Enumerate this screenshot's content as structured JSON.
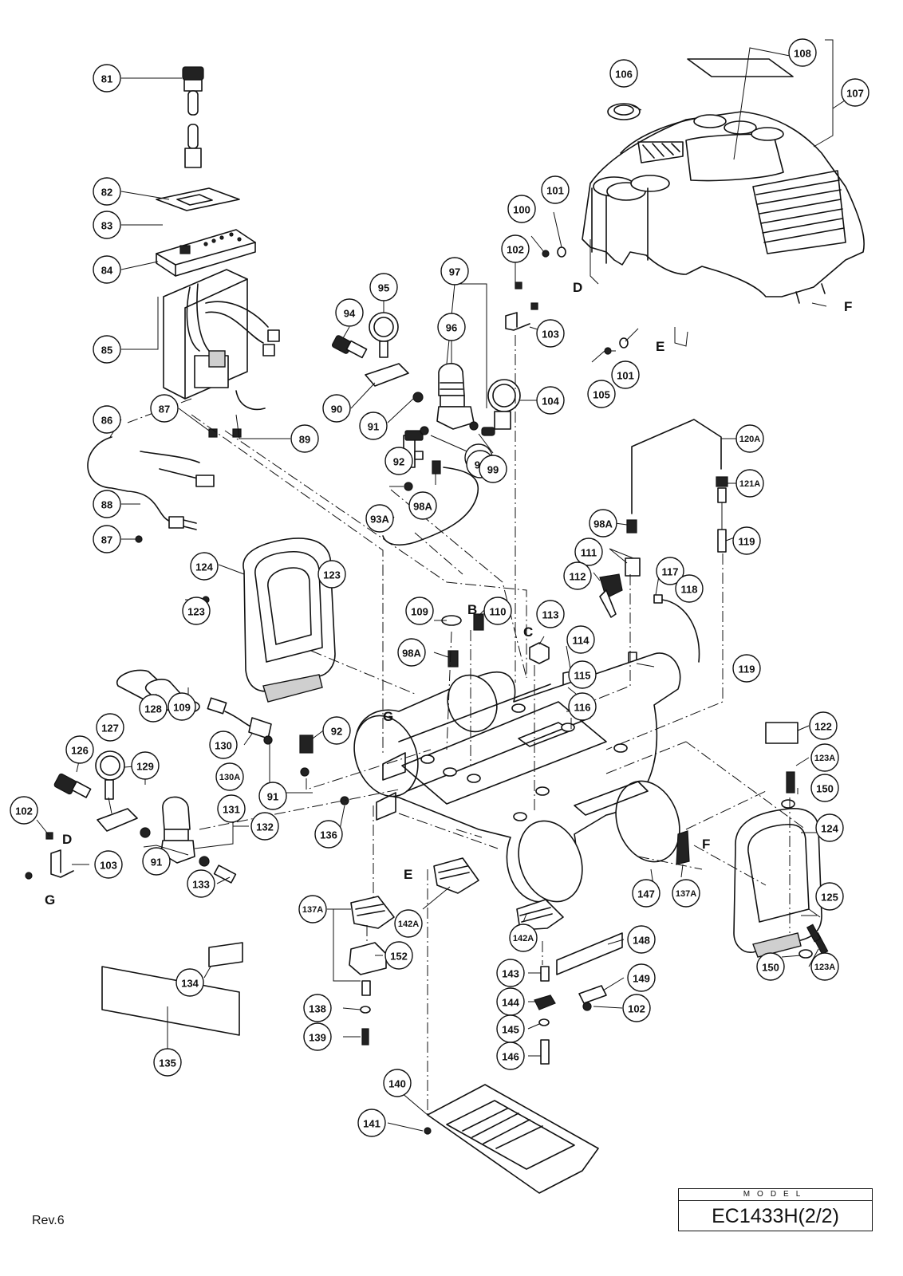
{
  "callouts": [
    {
      "label": "81"
    },
    {
      "label": "82"
    },
    {
      "label": "83"
    },
    {
      "label": "84"
    },
    {
      "label": "85"
    },
    {
      "label": "86"
    },
    {
      "label": "87"
    },
    {
      "label": "87"
    },
    {
      "label": "88"
    },
    {
      "label": "89"
    },
    {
      "label": "90"
    },
    {
      "label": "91"
    },
    {
      "label": "91"
    },
    {
      "label": "91"
    },
    {
      "label": "91"
    },
    {
      "label": "91"
    },
    {
      "label": "92"
    },
    {
      "label": "92"
    },
    {
      "label": "93A"
    },
    {
      "label": "94"
    },
    {
      "label": "95"
    },
    {
      "label": "96"
    },
    {
      "label": "97"
    },
    {
      "label": "98A"
    },
    {
      "label": "98A"
    },
    {
      "label": "98A"
    },
    {
      "label": "99"
    },
    {
      "label": "100"
    },
    {
      "label": "101"
    },
    {
      "label": "101"
    },
    {
      "label": "102"
    },
    {
      "label": "102"
    },
    {
      "label": "102"
    },
    {
      "label": "103"
    },
    {
      "label": "103"
    },
    {
      "label": "104"
    },
    {
      "label": "105"
    },
    {
      "label": "106"
    },
    {
      "label": "107"
    },
    {
      "label": "108"
    },
    {
      "label": "109"
    },
    {
      "label": "109"
    },
    {
      "label": "110"
    },
    {
      "label": "111"
    },
    {
      "label": "112"
    },
    {
      "label": "113"
    },
    {
      "label": "114"
    },
    {
      "label": "115"
    },
    {
      "label": "116"
    },
    {
      "label": "117"
    },
    {
      "label": "118"
    },
    {
      "label": "119"
    },
    {
      "label": "119"
    },
    {
      "label": "120A"
    },
    {
      "label": "121A"
    },
    {
      "label": "122"
    },
    {
      "label": "123"
    },
    {
      "label": "123"
    },
    {
      "label": "123A"
    },
    {
      "label": "123A"
    },
    {
      "label": "124"
    },
    {
      "label": "124"
    },
    {
      "label": "125"
    },
    {
      "label": "126"
    },
    {
      "label": "127"
    },
    {
      "label": "128"
    },
    {
      "label": "129"
    },
    {
      "label": "130"
    },
    {
      "label": "130A"
    },
    {
      "label": "131"
    },
    {
      "label": "132"
    },
    {
      "label": "133"
    },
    {
      "label": "134"
    },
    {
      "label": "135"
    },
    {
      "label": "136"
    },
    {
      "label": "137A"
    },
    {
      "label": "137A"
    },
    {
      "label": "138"
    },
    {
      "label": "139"
    },
    {
      "label": "140"
    },
    {
      "label": "141"
    },
    {
      "label": "142A"
    },
    {
      "label": "142A"
    },
    {
      "label": "143"
    },
    {
      "label": "144"
    },
    {
      "label": "145"
    },
    {
      "label": "146"
    },
    {
      "label": "147"
    },
    {
      "label": "148"
    },
    {
      "label": "149"
    },
    {
      "label": "150"
    },
    {
      "label": "150"
    },
    {
      "label": "152"
    }
  ],
  "reference_letters": [
    {
      "label": "D"
    },
    {
      "label": "E"
    },
    {
      "label": "F"
    },
    {
      "label": "B"
    },
    {
      "label": "C"
    },
    {
      "label": "G"
    },
    {
      "label": "E"
    },
    {
      "label": "F"
    },
    {
      "label": "D"
    },
    {
      "label": "G"
    }
  ],
  "revision": "Rev.6",
  "model": {
    "caption": "MODEL",
    "number": "EC1433H(2/2)"
  }
}
